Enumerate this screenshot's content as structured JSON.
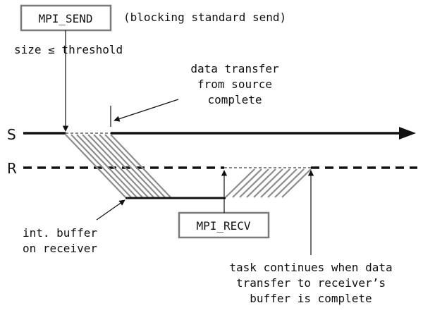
{
  "send_box": {
    "label": "MPI_SEND",
    "note": "(blocking standard send)"
  },
  "recv_box": {
    "label": "MPI_RECV"
  },
  "size_note": "size ≤ threshold",
  "sender_label": "S",
  "receiver_label": "R",
  "notes": {
    "transfer_complete": [
      "data transfer",
      "from source",
      "complete"
    ],
    "int_buffer": [
      "int. buffer",
      "on receiver"
    ],
    "task_continues": [
      "task continues when data",
      "transfer to receiver’s",
      "buffer is complete"
    ]
  },
  "colors": {
    "line": "#111111",
    "hatch": "#8c8c8c",
    "box_border": "#7a7a7a"
  }
}
